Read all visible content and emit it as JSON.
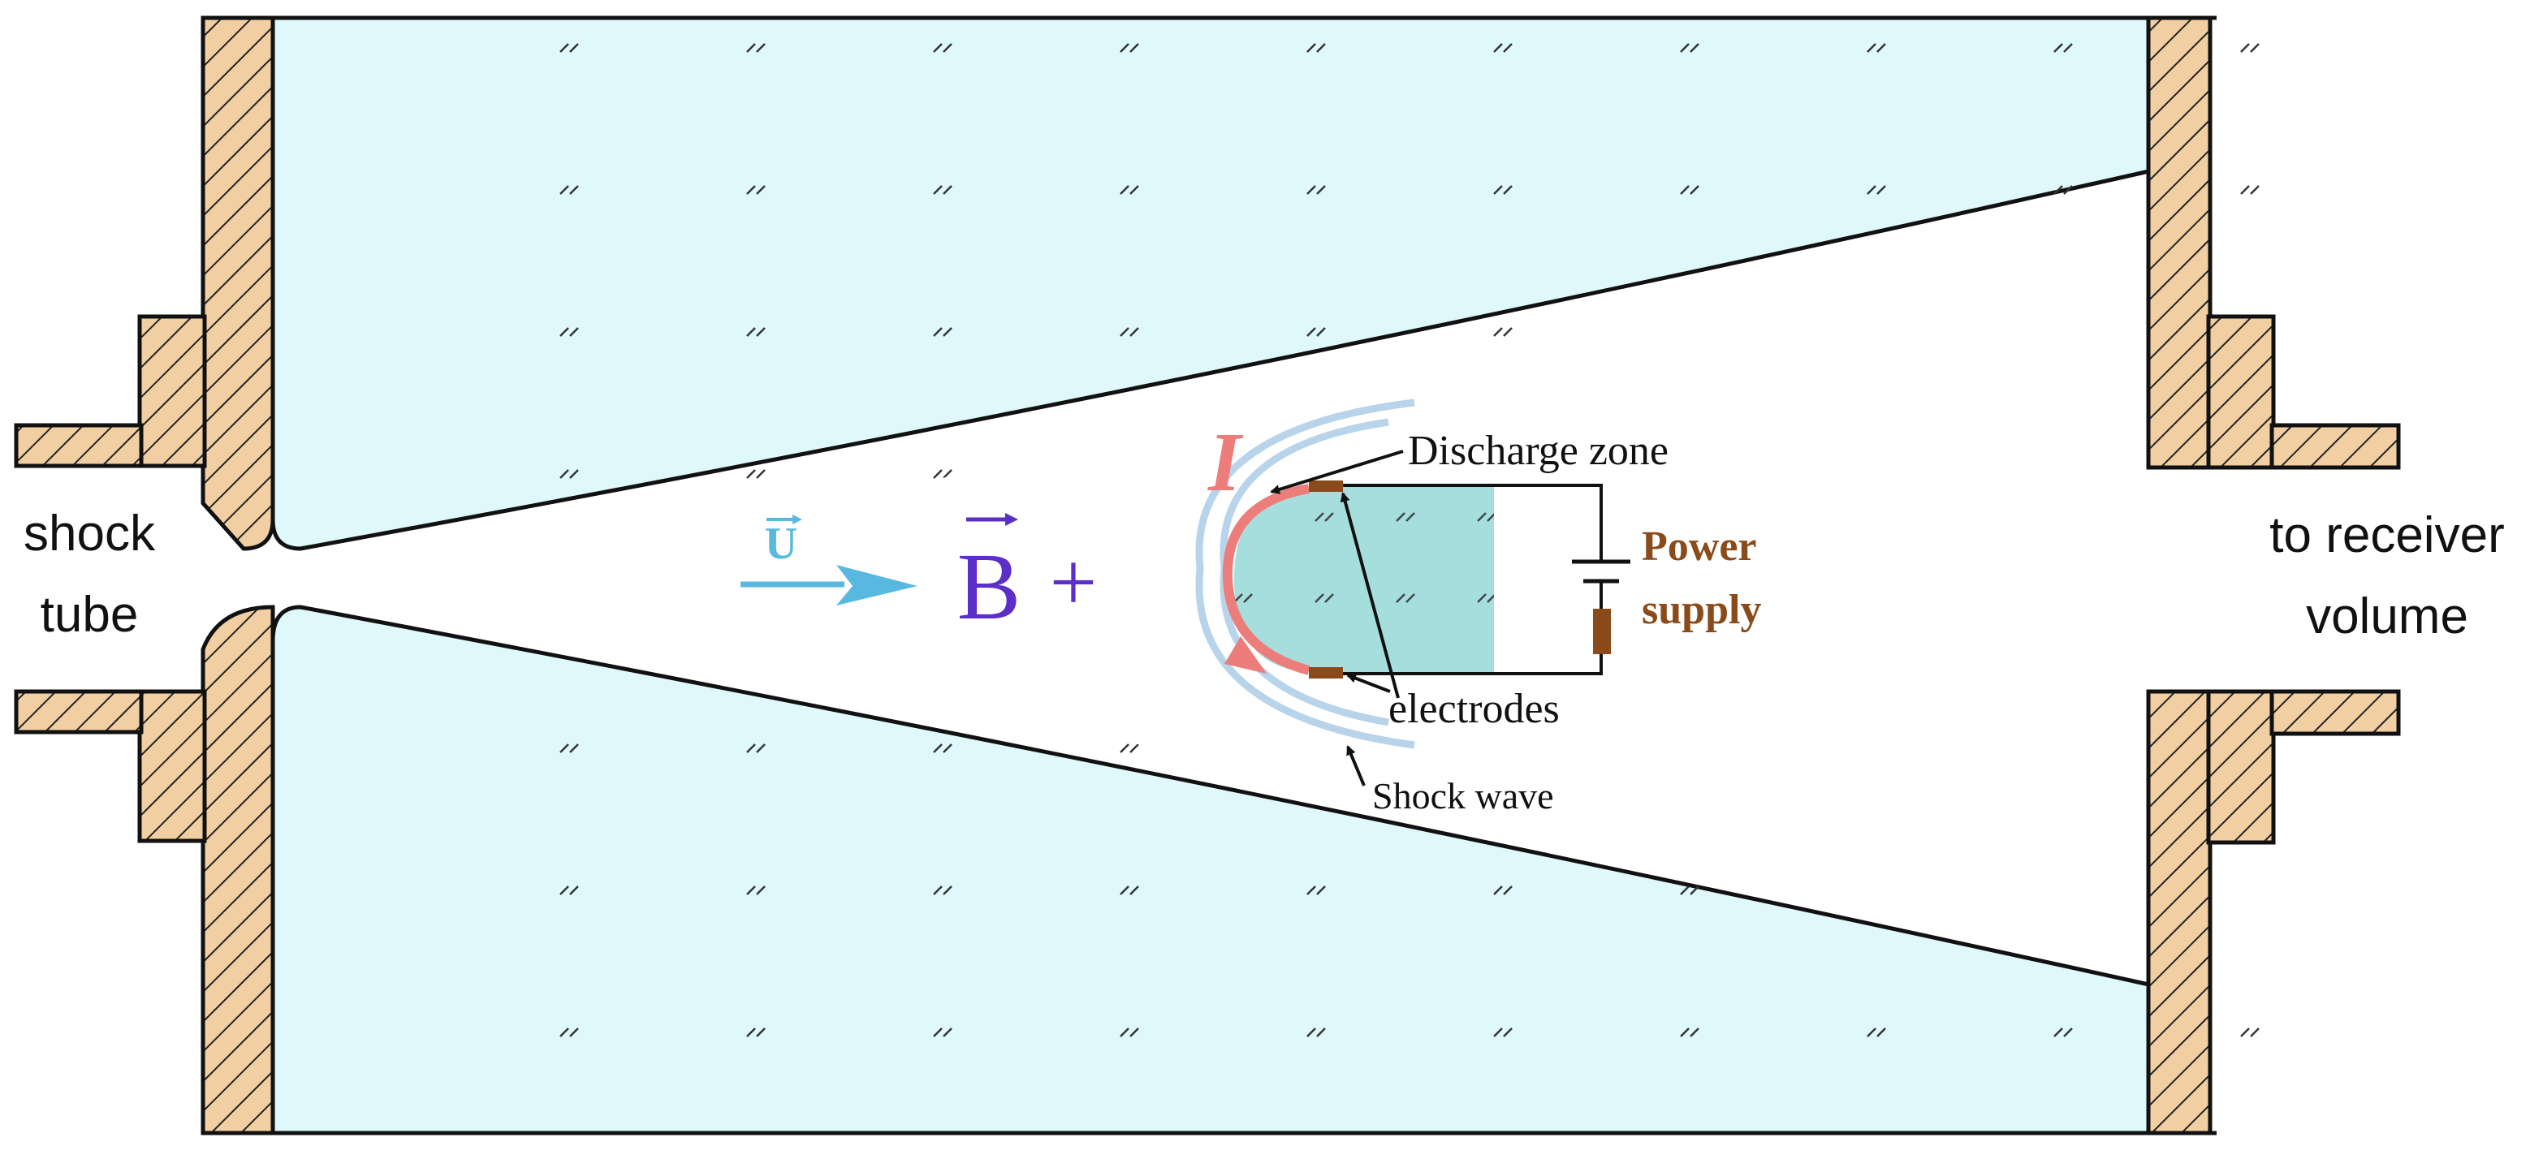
{
  "labels": {
    "inlet": [
      "shock",
      "tube"
    ],
    "outlet": [
      "to receiver",
      "volume"
    ],
    "velocity": "U",
    "magnetic_field": "B",
    "plus": "+",
    "current": "I",
    "discharge_zone": "Discharge zone",
    "power_supply": [
      "Power",
      "supply"
    ],
    "electrodes": "electrodes",
    "shock_wave": "Shock wave"
  },
  "colors": {
    "glass_fill": "#dff8fb",
    "flange_fill": "#f2cfa3",
    "outline": "#111111",
    "velocity_arrow": "#58b8e0",
    "magnetic_field": "#5b2fc8",
    "current": "#ec7d7b",
    "shock_wave": "#b8d4ea",
    "discharge_zone_fill": "#a6dede",
    "power_supply_text": "#8a4a1a",
    "electrode": "#8a4a1a"
  }
}
